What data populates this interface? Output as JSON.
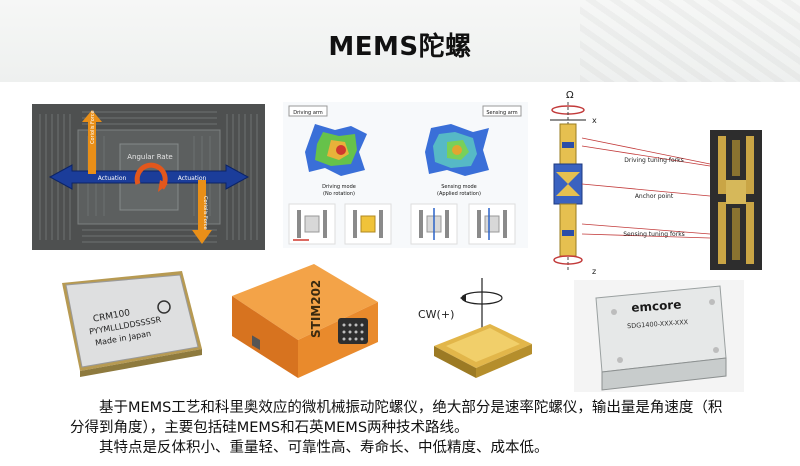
{
  "slide": {
    "title": "MEMS陀螺",
    "paragraphs": [
      "基于MEMS工艺和科里奥效应的微机械振动陀螺仪，绝大部分是速率陀螺仪，输出量是角速度（积分得到角度），主要包括硅MEMS和石英MEMS两种技术路线。",
      "其特点是反体积小、重量轻、可靠性高、寿命长、中低精度、成本低。"
    ]
  },
  "figures": {
    "die": {
      "center_label": "Angular Rate",
      "left_label": "Actuation",
      "right_label": "Actuation",
      "top_label": "Coriolis Force",
      "bottom_label": "Coriolis Force"
    },
    "modes": {
      "driving_arm": "Driving arm",
      "sensing_arm": "Sensing arm",
      "driving_mode": "Driving mode",
      "driving_sub": "(No rotation)",
      "sensing_mode": "Sensing mode",
      "sensing_sub": "(Applied rotation)"
    },
    "quartz": {
      "omega": "Ω",
      "x_axis": "x",
      "z_axis": "z",
      "driving_forks": "Driving tuning forks",
      "anchor": "Anchor point",
      "sensing_forks": "Sensing tuning forks"
    },
    "chip1": {
      "line1": "CRM100",
      "line2": "PYYMLLLDDSSSSR",
      "line3": "Made in Japan"
    },
    "chip2": {
      "line1": "STIM202"
    },
    "chip3": {
      "rotation": "CW(+)"
    },
    "chip4": {
      "brand": "emcore",
      "model": "SDG1400-XXX-XXX"
    }
  }
}
